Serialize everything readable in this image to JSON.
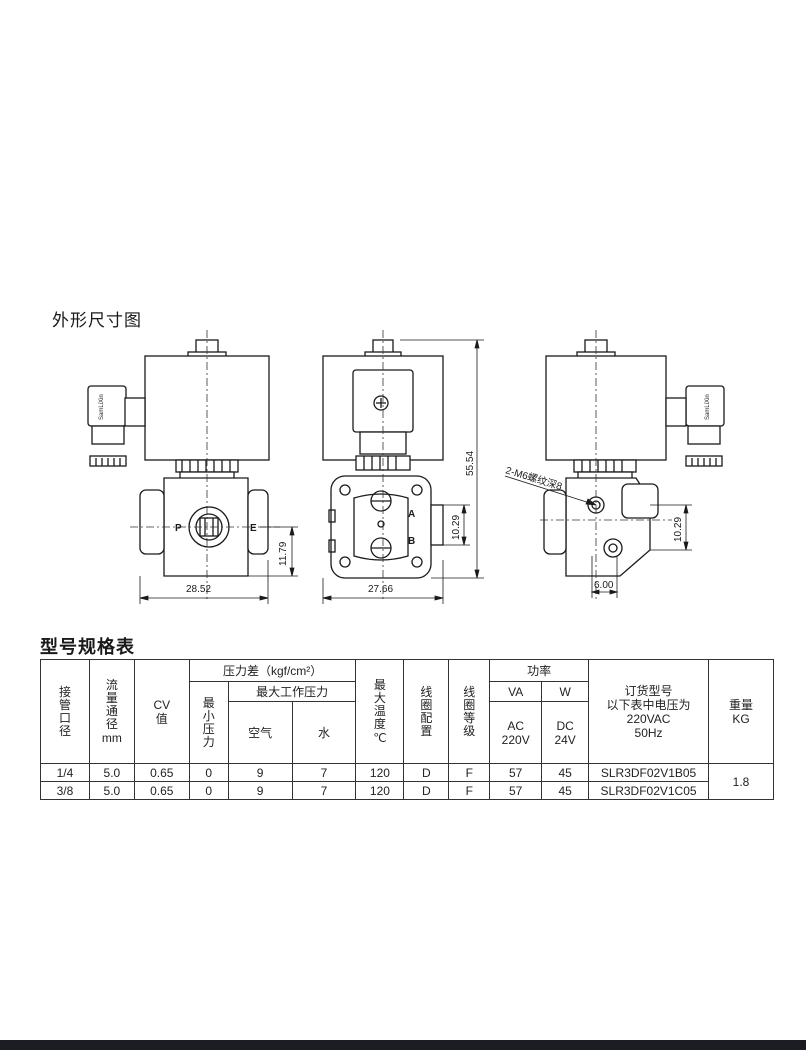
{
  "section_drawing_title": "外形尺寸图",
  "section_table_title": "型号规格表",
  "drawing": {
    "dim_width_front": "28.52",
    "dim_height_port": "11.79",
    "dim_width_side": "27.66",
    "dim_height_total": "55.54",
    "dim_height_side": "10.29",
    "dim_height_rear": "10.29",
    "dim_offset_rear": "6.00",
    "thread_note": "2-M6螺纹深8",
    "label_p": "P",
    "label_e": "E",
    "label_a": "A",
    "label_b": "B",
    "brand_text": "SamLiXin"
  },
  "table": {
    "h_port": "接管口径",
    "h_flow": "流量通径",
    "h_flow_unit": "mm",
    "h_cv": "CV",
    "h_cv2": "值",
    "h_pressure": "压力差（kgf/cm²）",
    "h_min": "最小压力",
    "h_max": "最大工作压力",
    "h_air": "空气",
    "h_water": "水",
    "h_temp": "最大温度",
    "h_temp_unit": "℃",
    "h_coil": "线圈配置",
    "h_class": "线圈等级",
    "h_power": "功率",
    "h_va": "VA",
    "h_w": "W",
    "h_ac": "AC",
    "h_ac_v": "220V",
    "h_dc": "DC",
    "h_dc_v": "24V",
    "h_order1": "订货型号",
    "h_order2": "以下表中电压为",
    "h_order3": "220VAC",
    "h_order4": "50Hz",
    "h_weight": "重量",
    "h_weight_unit": "KG",
    "weight_value": "1.8",
    "rows": [
      {
        "port": "1/4",
        "flow": "5.0",
        "cv": "0.65",
        "min": "0",
        "air": "9",
        "water": "7",
        "temp": "120",
        "coil": "D",
        "cls": "F",
        "va": "57",
        "w": "45",
        "model": "SLR3DF02V1B05"
      },
      {
        "port": "3/8",
        "flow": "5.0",
        "cv": "0.65",
        "min": "0",
        "air": "9",
        "water": "7",
        "temp": "120",
        "coil": "D",
        "cls": "F",
        "va": "57",
        "w": "45",
        "model": "SLR3DF02V1C05"
      }
    ]
  }
}
